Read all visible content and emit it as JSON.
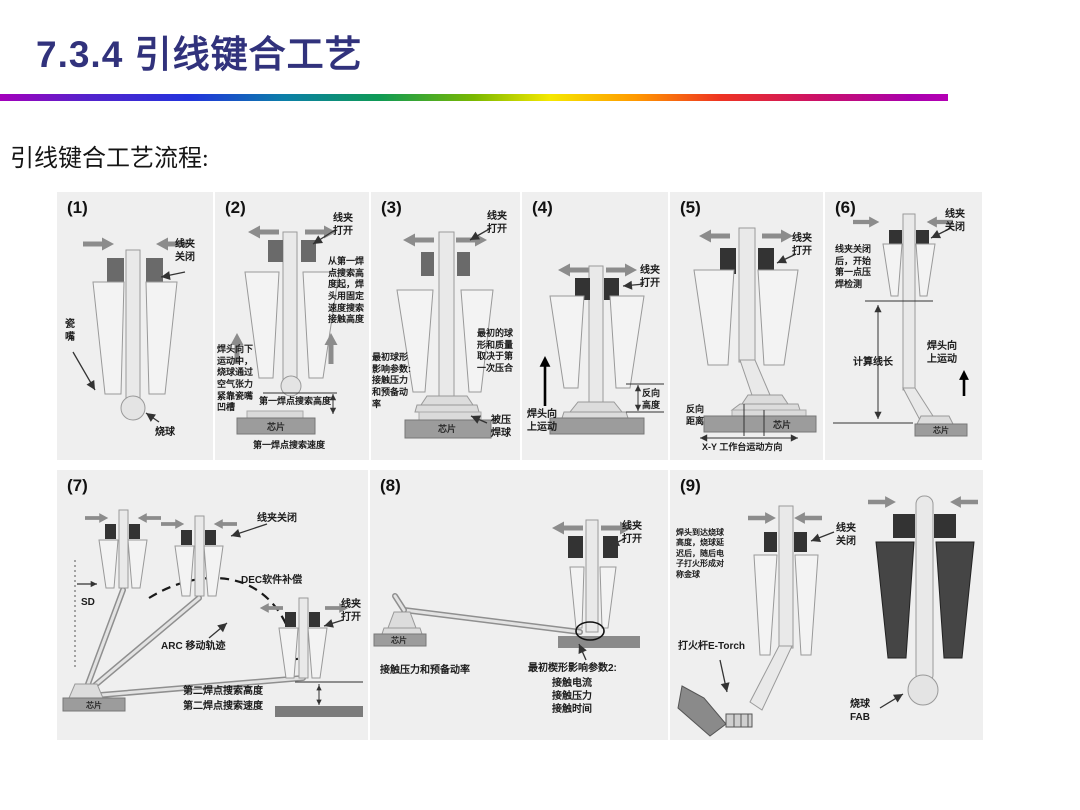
{
  "slide": {
    "title": "7.3.4 引线键合工艺",
    "subtitle": "引线键合工艺流程:",
    "title_color": "#31327c"
  },
  "common": {
    "clamp_closed": "线夹关闭",
    "clamp_open": "线夹打开",
    "chip": "芯片"
  },
  "panels": {
    "p1": {
      "num": "(1)",
      "capillary": "瓷嘴",
      "ball": "烧球"
    },
    "p2": {
      "num": "(2)",
      "right_note": "从第一焊点搜索高度起，焊头用固定速度搜索接触高度",
      "left_note": "焊头向下运动中，烧球通过空气张力紧靠瓷嘴凹槽",
      "search_height": "第一焊点搜索高度",
      "search_speed": "第一焊点搜索速度"
    },
    "p3": {
      "num": "(3)",
      "right_note": "最初的球形和质量取决于第一次压合",
      "left_note": "最初球形影响参数:接触压力和预备动率",
      "pressed_ball": "被压焊球"
    },
    "p4": {
      "num": "(4)",
      "head_up": "焊头向上运动",
      "reverse_height": "反向高度"
    },
    "p5": {
      "num": "(5)",
      "reverse_distance": "反向距离",
      "stage_direction": "X-Y 工作台运动方向"
    },
    "p6": {
      "num": "(6)",
      "left_note": "线夹关闭后，开始第一点压焊检测",
      "wire_length": "计算线长",
      "head_up": "焊头向上运动"
    },
    "p7": {
      "num": "(7)",
      "dec": "DEC软件补偿",
      "sd": "SD",
      "arc": "ARC 移动轨迹",
      "search_height2": "第二焊点搜索高度",
      "search_speed2": "第二焊点搜索速度"
    },
    "p8": {
      "num": "(8)",
      "contact_note": "接触压力和预备动率",
      "params_title": "最初楔形影响参数2:",
      "param_current": "接触电流",
      "param_pressure": "接触压力",
      "param_time": "接触时间"
    },
    "p9": {
      "num": "(9)",
      "left_note": "焊头到达烧球高度，烧球延迟后，随后电子打火形成对称金球",
      "etorch": "打火杆E-Torch",
      "fab": "烧球\nFAB"
    }
  }
}
